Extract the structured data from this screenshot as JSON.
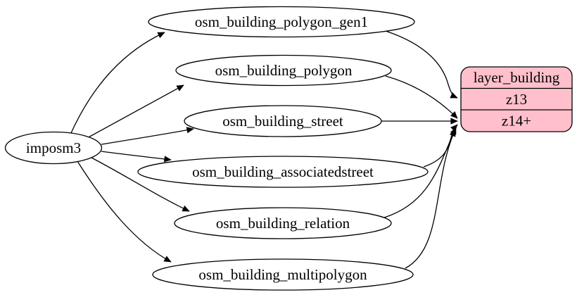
{
  "diagram": {
    "background_color": "#ffffff",
    "line_color": "#000000",
    "source": {
      "label": "imposm3"
    },
    "tables": [
      {
        "label": "osm_building_polygon_gen1"
      },
      {
        "label": "osm_building_polygon"
      },
      {
        "label": "osm_building_street"
      },
      {
        "label": "osm_building_associatedstreet"
      },
      {
        "label": "osm_building_relation"
      },
      {
        "label": "osm_building_multipolygon"
      }
    ],
    "layer": {
      "title": "layer_building",
      "fill": "#ffc0cb",
      "rows": [
        {
          "label": "z13"
        },
        {
          "label": "z14+"
        }
      ]
    },
    "edges": [
      {
        "from": "imposm3",
        "to": "osm_building_polygon_gen1"
      },
      {
        "from": "imposm3",
        "to": "osm_building_polygon"
      },
      {
        "from": "imposm3",
        "to": "osm_building_street"
      },
      {
        "from": "imposm3",
        "to": "osm_building_associatedstreet"
      },
      {
        "from": "imposm3",
        "to": "osm_building_relation"
      },
      {
        "from": "imposm3",
        "to": "osm_building_multipolygon"
      },
      {
        "from": "osm_building_polygon_gen1",
        "to": "layer_building:z13"
      },
      {
        "from": "osm_building_polygon",
        "to": "layer_building:z14+"
      },
      {
        "from": "osm_building_street",
        "to": "layer_building:z14+"
      },
      {
        "from": "osm_building_associatedstreet",
        "to": "layer_building:z14+"
      },
      {
        "from": "osm_building_relation",
        "to": "layer_building:z14+"
      },
      {
        "from": "osm_building_multipolygon",
        "to": "layer_building:z14+"
      }
    ]
  }
}
